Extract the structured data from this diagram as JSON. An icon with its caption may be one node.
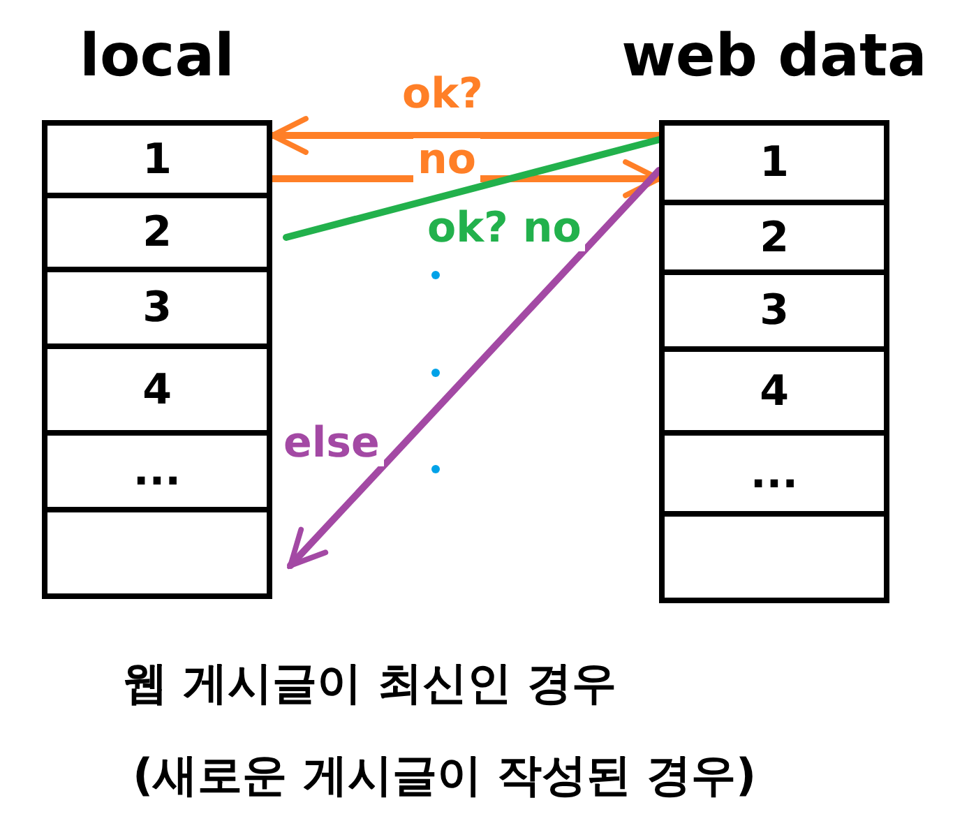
{
  "diagram": {
    "nodes": [
      {
        "text": [
          "local"
        ]
      },
      {
        "text": [
          "1"
        ],
        "in": 0
      },
      {
        "text": [
          "2"
        ],
        "in": 0
      },
      {
        "text": [
          "3"
        ],
        "in": 0
      },
      {
        "text": [
          "4"
        ],
        "in": 0
      },
      {
        "text": [
          "..."
        ],
        "in": 0
      },
      {
        "text": [],
        "shape": "box",
        "in": 0
      },
      {
        "text": [
          "web data"
        ]
      },
      {
        "text": [
          "1"
        ],
        "in": 7
      },
      {
        "text": [
          "2"
        ],
        "in": 7
      },
      {
        "text": [
          "3"
        ],
        "in": 7
      },
      {
        "text": [
          "4"
        ],
        "in": 7
      },
      {
        "text": [
          "..."
        ],
        "in": 7
      },
      {
        "text": [],
        "shape": "box",
        "in": 7
      }
    ],
    "edges": [
      {
        "from": 8,
        "to": 1,
        "arrow": "to",
        "label": "ok?"
      },
      {
        "from": 1,
        "to": 8,
        "arrow": "to",
        "label": "no"
      },
      {
        "from": 8,
        "to": 2,
        "arrow": "none",
        "label": "ok? no",
        "color": "#22b14c"
      },
      {
        "from": 8,
        "to": 6,
        "arrow": "to",
        "label": "else",
        "color": "#a349a4"
      }
    ],
    "labels": [
      "웹 게시글이 최신인 경우",
      "(새로운 게시글이 작성된 경우)"
    ]
  }
}
